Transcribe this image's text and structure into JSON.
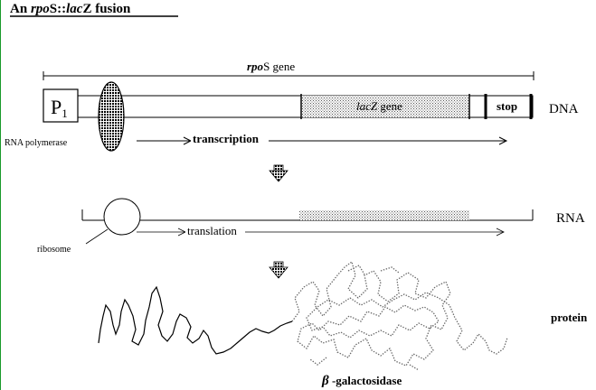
{
  "title": {
    "prefix": "An ",
    "gene_a": "rpo",
    "gene_b": "S::",
    "gene_c": "lac",
    "gene_d": "Z",
    "suffix": "  fusion"
  },
  "dna": {
    "gene_span_label": {
      "italic": "rpo",
      "rest": "S  gene"
    },
    "promoter": {
      "letter": "P",
      "sub": "1"
    },
    "lacz_label": {
      "italic": "lacZ",
      "rest": " gene"
    },
    "stop_label": "stop",
    "row_label": "DNA",
    "polymerase_label": "RNA polymerase",
    "transcription_label": "transcription"
  },
  "rna": {
    "row_label": "RNA",
    "ribosome_label": "ribosome",
    "translation_label": "translation"
  },
  "protein": {
    "row_label": "protein",
    "product_greek": "β",
    "product_rest": " -galactosidase"
  },
  "colors": {
    "ink": "#000000",
    "stipple": "#888888",
    "border": "#1a9a2a"
  },
  "icons": [
    "down-arrow-icon",
    "down-arrow-icon"
  ]
}
